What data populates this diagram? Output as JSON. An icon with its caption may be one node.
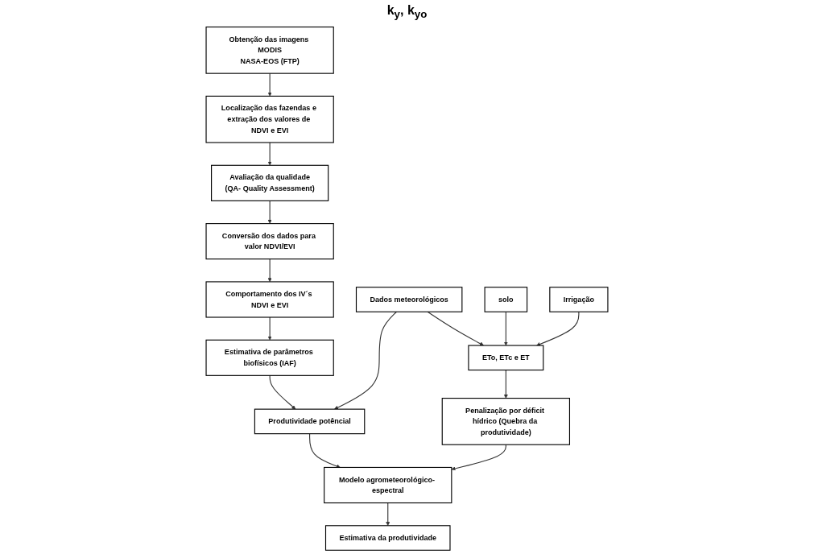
{
  "diagram": {
    "nodes": [
      {
        "text": [
          "Obtenção das imagens MODIS",
          "NASA-EOS (FTP)"
        ]
      },
      {
        "text": [
          "Localização das fazendas e extração dos valores de NDVI e EVI"
        ]
      },
      {
        "text": [
          "Avaliação da qualidade",
          "(QA- Quality Assessment)"
        ]
      },
      {
        "text": [
          "Conversão dos dados para valor NDVI/EVI"
        ]
      },
      {
        "text": [
          "Comportamento dos IV´s NDVI e EVI"
        ]
      },
      {
        "text": [
          "Estimativa de parâmetros biofísicos (IAF)"
        ]
      },
      {
        "text": [
          "Dados meteorológicos"
        ]
      },
      {
        "text": [
          "solo"
        ]
      },
      {
        "text": [
          "Irrigação"
        ]
      },
      {
        "text": [
          "ETo, ETc e ET"
        ]
      },
      {
        "text": [
          "Produtividade potêncial"
        ]
      },
      {
        "text": [
          "Penalização por déficit hídrico (Quebra da produtividade)"
        ]
      },
      {
        "text": [
          "Modelo agrometeorológico- espectral"
        ]
      },
      {
        "text": [
          "Estimativa da produtividade"
        ]
      }
    ],
    "edges": [
      {
        "from": 0,
        "to": 1,
        "arrow": "to"
      },
      {
        "from": 1,
        "to": 2,
        "arrow": "to"
      },
      {
        "from": 2,
        "to": 3,
        "arrow": "to"
      },
      {
        "from": 3,
        "to": 4,
        "arrow": "to"
      },
      {
        "from": 4,
        "to": 5,
        "arrow": "to"
      },
      {
        "from": 5,
        "to": 10,
        "arrow": "to"
      },
      {
        "from": 6,
        "to": 10,
        "arrow": "to"
      },
      {
        "from": 6,
        "to": 9,
        "arrow": "to"
      },
      {
        "from": 7,
        "to": 9,
        "arrow": "to"
      },
      {
        "from": 8,
        "to": 9,
        "arrow": "to"
      },
      {
        "from": 9,
        "to": 11,
        "arrow": "to"
      },
      {
        "from": 10,
        "to": 12,
        "arrow": "to"
      },
      {
        "from": 11,
        "to": 12,
        "arrow": "to"
      },
      {
        "from": 12,
        "to": 13,
        "arrow": "to"
      }
    ],
    "labels": [
      "k$_{y}$, k$_{yo}$"
    ]
  }
}
